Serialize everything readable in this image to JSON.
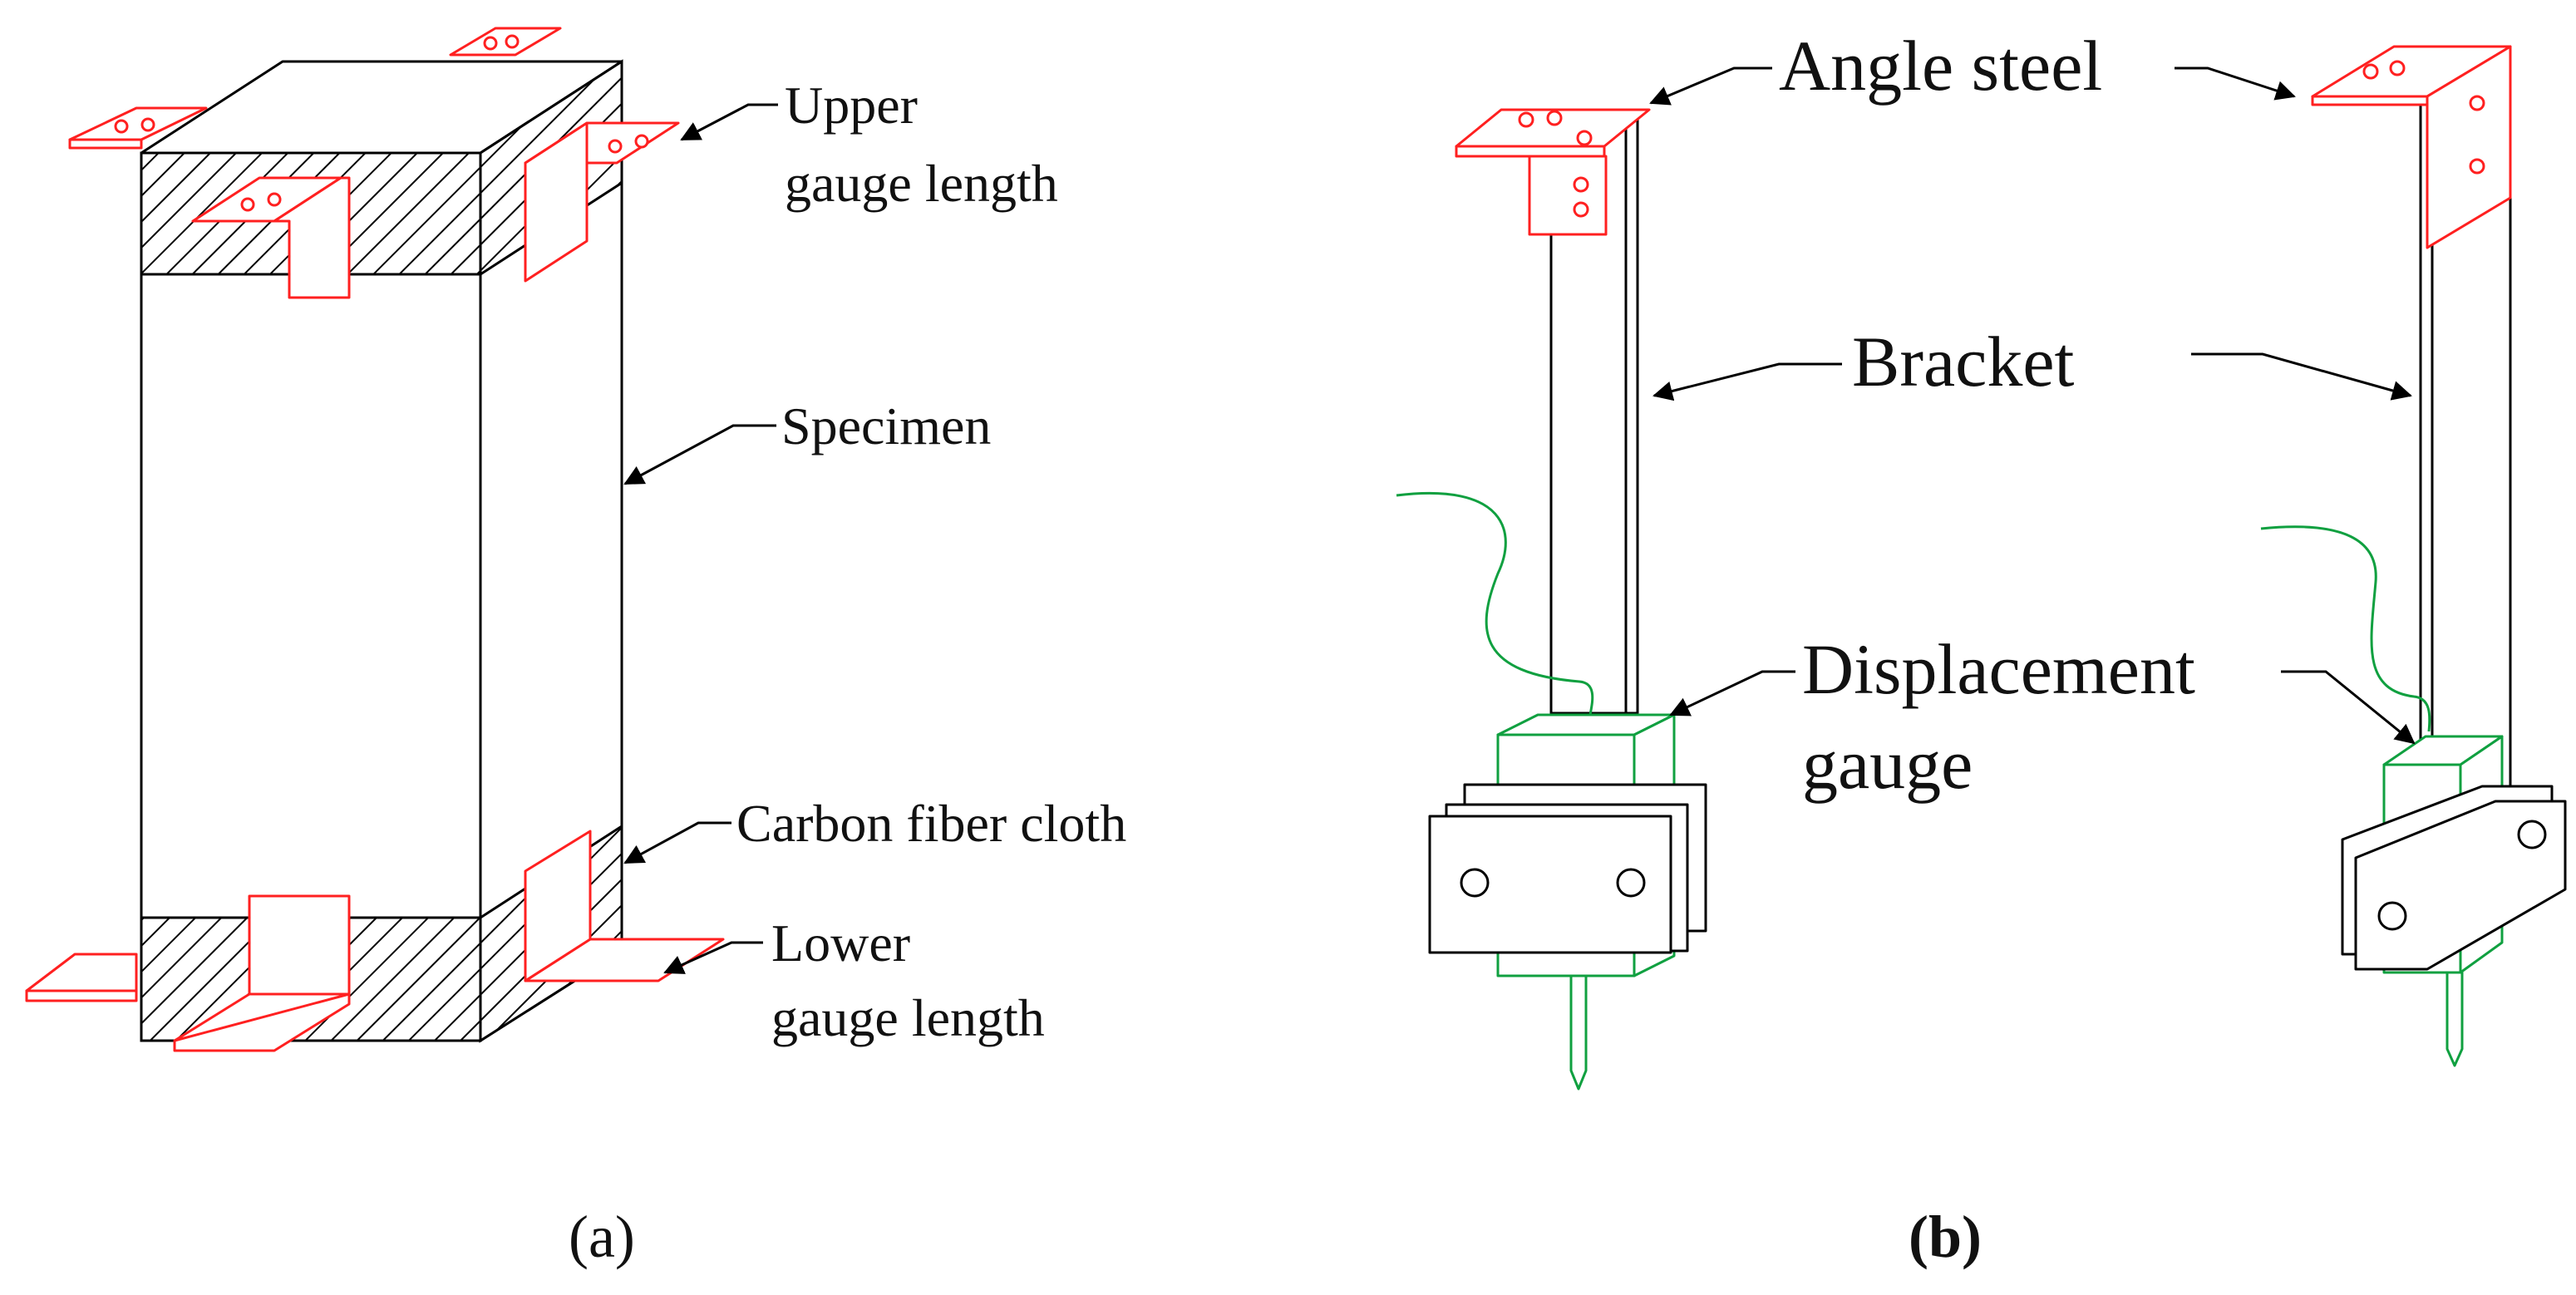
{
  "panel_a": {
    "caption": "(a)",
    "labels": {
      "upper_gauge_1": "Upper",
      "upper_gauge_2": "gauge length",
      "specimen": "Specimen",
      "carbon_fiber": "Carbon fiber cloth",
      "lower_gauge_1": "Lower",
      "lower_gauge_2": "gauge length"
    }
  },
  "panel_b": {
    "caption": "(b)",
    "labels": {
      "angle_steel": "Angle steel",
      "bracket": "Bracket",
      "displacement_1": "Displacement",
      "displacement_2": "gauge"
    }
  },
  "colors": {
    "angle_steel": "#ff2020",
    "displacement_gauge": "#10a040",
    "outline": "#000000"
  }
}
